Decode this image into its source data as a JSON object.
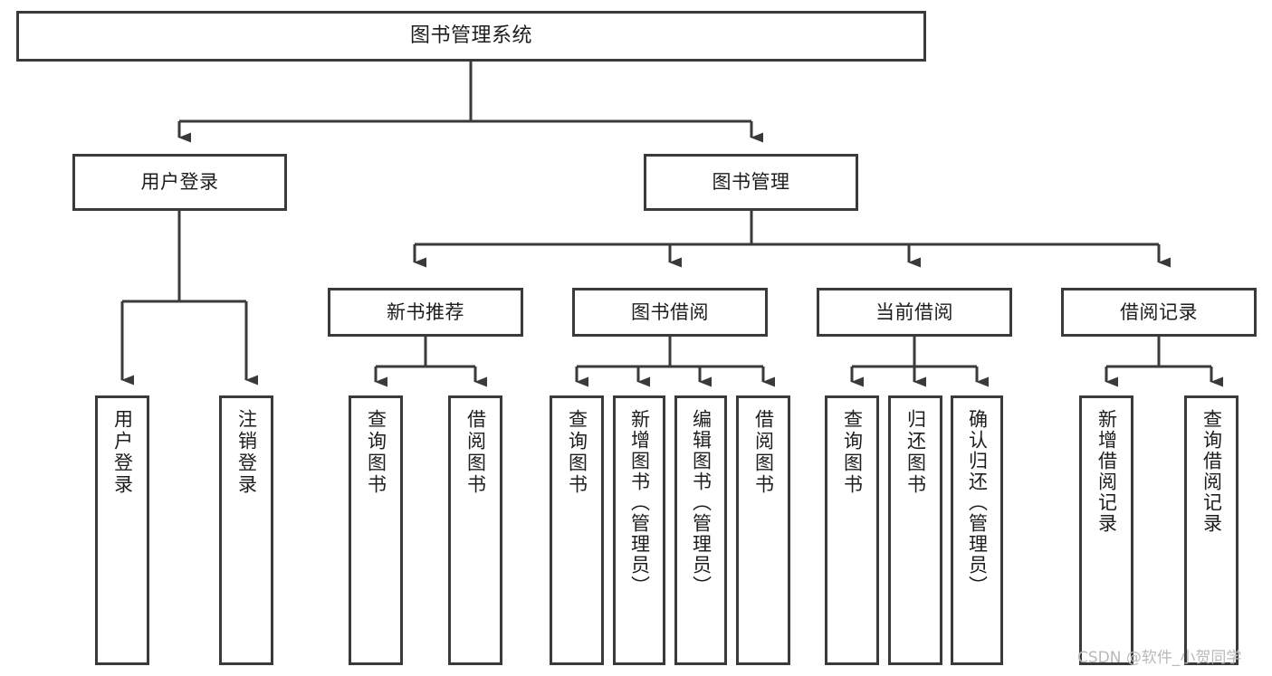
{
  "diagram": {
    "type": "tree",
    "title": "图书管理系统",
    "root": {
      "id": "root",
      "label": "图书管理系统"
    },
    "level2": [
      {
        "id": "user-login",
        "label": "用户登录"
      },
      {
        "id": "book-manage",
        "label": "图书管理"
      }
    ],
    "level3": [
      {
        "id": "new-book-recommend",
        "label": "新书推荐",
        "parent": "book-manage"
      },
      {
        "id": "book-borrow",
        "label": "图书借阅",
        "parent": "book-manage"
      },
      {
        "id": "current-borrow",
        "label": "当前借阅",
        "parent": "book-manage"
      },
      {
        "id": "borrow-record",
        "label": "借阅记录",
        "parent": "book-manage"
      }
    ],
    "leaves": {
      "user_login": [
        {
          "id": "leaf-user-login",
          "label": "用户登录"
        },
        {
          "id": "leaf-user-logout",
          "label": "注销登录"
        }
      ],
      "new_book_recommend": [
        {
          "id": "leaf-query-book-1",
          "label": "查询图书"
        },
        {
          "id": "leaf-borrow-book-1",
          "label": "借阅图书"
        }
      ],
      "book_borrow": [
        {
          "id": "leaf-query-book-2",
          "label": "查询图书"
        },
        {
          "id": "leaf-add-book",
          "label": "新增图书（管理员）"
        },
        {
          "id": "leaf-edit-book",
          "label": "编辑图书（管理员）"
        },
        {
          "id": "leaf-borrow-book-2",
          "label": "借阅图书"
        }
      ],
      "current_borrow": [
        {
          "id": "leaf-query-book-3",
          "label": "查询图书"
        },
        {
          "id": "leaf-return-book",
          "label": "归还图书"
        },
        {
          "id": "leaf-confirm-return",
          "label": "确认归还（管理员）"
        }
      ],
      "borrow_record": [
        {
          "id": "leaf-add-record",
          "label": "新增借阅记录"
        },
        {
          "id": "leaf-query-record",
          "label": "查询借阅记录"
        }
      ]
    }
  },
  "watermark": {
    "text": "CSDN @软件_小贺同学"
  },
  "colors": {
    "border": "#3a3a3a",
    "background": "#ffffff",
    "text": "#1d1d1d",
    "watermark": "#b9b9b9"
  }
}
